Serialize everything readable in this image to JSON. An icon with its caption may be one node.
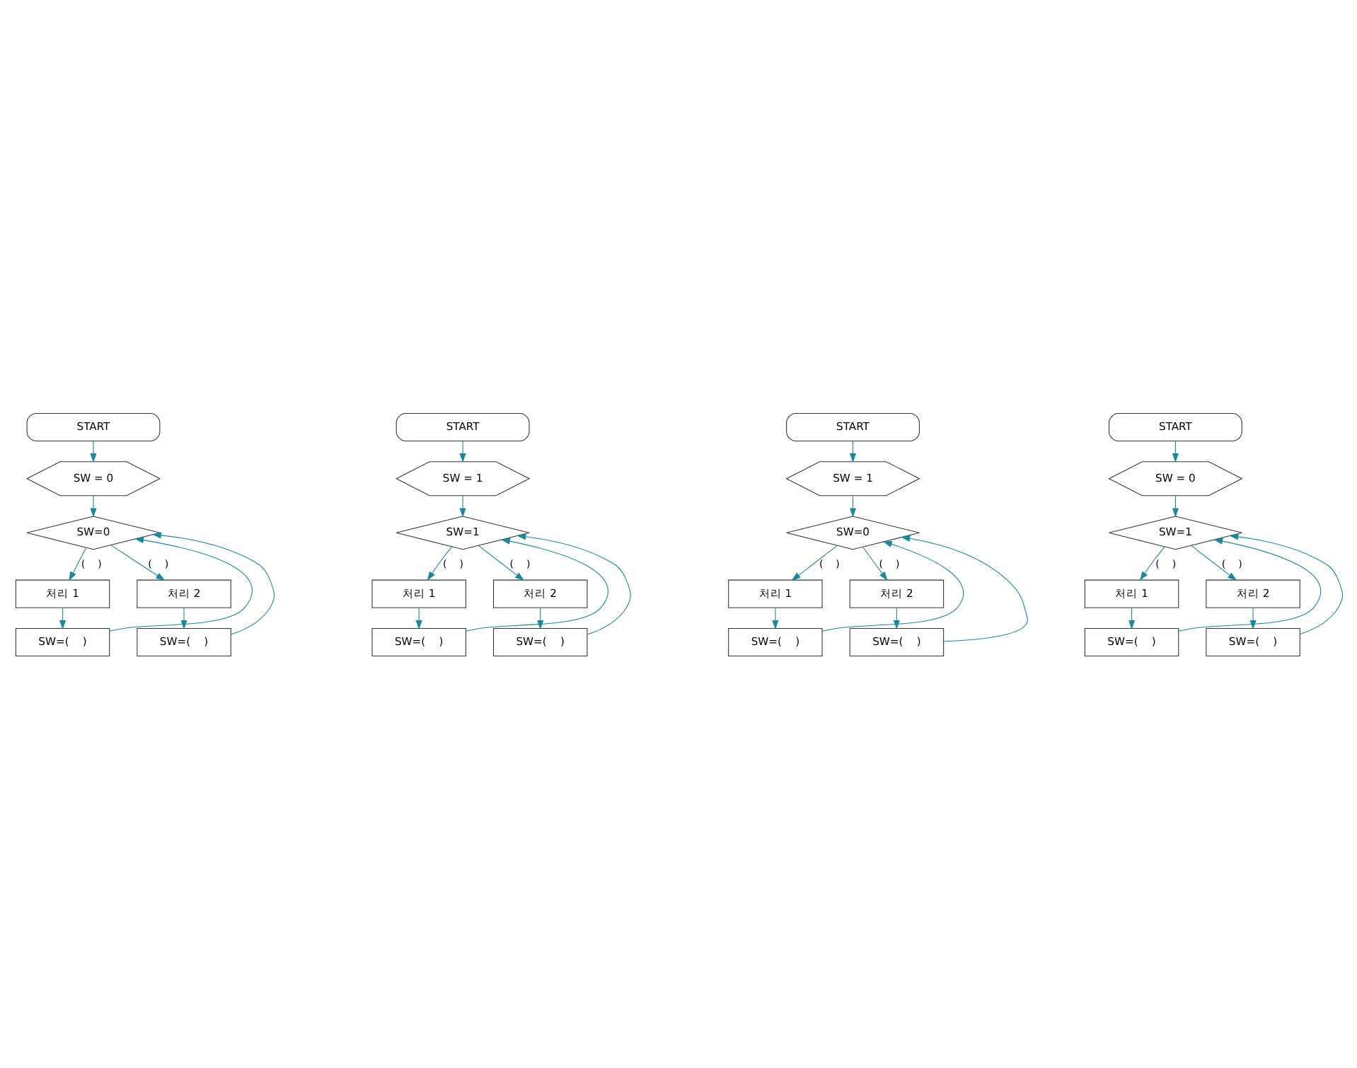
{
  "diagram": {
    "nodes": [
      {
        "text": [
          "START"
        ]
      },
      {
        "text": [
          "SW = 0"
        ]
      },
      {
        "text": [
          "SW=0"
        ]
      },
      {
        "text": [
          "처리 1"
        ]
      },
      {
        "text": [
          "처리 2"
        ]
      },
      {
        "text": [
          "SW=(    )"
        ]
      },
      {
        "text": [
          "SW=(    )"
        ]
      },
      {
        "text": [
          "START"
        ]
      },
      {
        "text": [
          "SW = 1"
        ]
      },
      {
        "text": [
          "SW=1"
        ]
      },
      {
        "text": [
          "처리 1"
        ]
      },
      {
        "text": [
          "처리 2"
        ]
      },
      {
        "text": [
          "SW=(    )"
        ]
      },
      {
        "text": [
          "SW=(    )"
        ]
      },
      {
        "text": [
          "START"
        ]
      },
      {
        "text": [
          "SW = 1"
        ]
      },
      {
        "text": [
          "SW=0"
        ]
      },
      {
        "text": [
          "처리 1"
        ]
      },
      {
        "text": [
          "처리 2"
        ]
      },
      {
        "text": [
          "SW=(    )"
        ]
      },
      {
        "text": [
          "SW=(    )"
        ]
      },
      {
        "text": [
          "START"
        ]
      },
      {
        "text": [
          "SW = 0"
        ]
      },
      {
        "text": [
          "SW=1"
        ]
      },
      {
        "text": [
          "처리 1"
        ]
      },
      {
        "text": [
          "처리 2"
        ]
      },
      {
        "text": [
          "SW=(    )"
        ]
      },
      {
        "text": [
          "SW=(    )"
        ]
      }
    ],
    "edges": [
      {
        "from": 0,
        "to": 1,
        "arrow": "to"
      },
      {
        "from": 1,
        "to": 2,
        "arrow": "to"
      },
      {
        "from": 2,
        "to": 3,
        "arrow": "to",
        "label": "(    )"
      },
      {
        "from": 2,
        "to": 4,
        "arrow": "to",
        "label": "(    )"
      },
      {
        "from": 3,
        "to": 5,
        "arrow": "to"
      },
      {
        "from": 4,
        "to": 6,
        "arrow": "to"
      },
      {
        "from": 5,
        "to": 2,
        "arrow": "to"
      },
      {
        "from": 6,
        "to": 2,
        "arrow": "to"
      },
      {
        "from": 7,
        "to": 8,
        "arrow": "to"
      },
      {
        "from": 8,
        "to": 9,
        "arrow": "to"
      },
      {
        "from": 9,
        "to": 10,
        "arrow": "to",
        "label": "(    )"
      },
      {
        "from": 9,
        "to": 11,
        "arrow": "to",
        "label": "(    )"
      },
      {
        "from": 10,
        "to": 12,
        "arrow": "to"
      },
      {
        "from": 11,
        "to": 13,
        "arrow": "to"
      },
      {
        "from": 12,
        "to": 9,
        "arrow": "to"
      },
      {
        "from": 13,
        "to": 9,
        "arrow": "to"
      },
      {
        "from": 14,
        "to": 15,
        "arrow": "to"
      },
      {
        "from": 15,
        "to": 16,
        "arrow": "to"
      },
      {
        "from": 16,
        "to": 17,
        "arrow": "to",
        "label": "(    )"
      },
      {
        "from": 16,
        "to": 18,
        "arrow": "to",
        "label": "(    )"
      },
      {
        "from": 17,
        "to": 19,
        "arrow": "to"
      },
      {
        "from": 18,
        "to": 20,
        "arrow": "to"
      },
      {
        "from": 19,
        "to": 16,
        "arrow": "to"
      },
      {
        "from": 20,
        "to": 16,
        "arrow": "to"
      },
      {
        "from": 21,
        "to": 22,
        "arrow": "to"
      },
      {
        "from": 22,
        "to": 23,
        "arrow": "to"
      },
      {
        "from": 23,
        "to": 24,
        "arrow": "to",
        "label": "(    )"
      },
      {
        "from": 23,
        "to": 25,
        "arrow": "to",
        "label": "(    )"
      },
      {
        "from": 24,
        "to": 26,
        "arrow": "to"
      },
      {
        "from": 25,
        "to": 27,
        "arrow": "to"
      },
      {
        "from": 26,
        "to": 23,
        "arrow": "to"
      },
      {
        "from": 27,
        "to": 23,
        "arrow": "to"
      }
    ]
  }
}
